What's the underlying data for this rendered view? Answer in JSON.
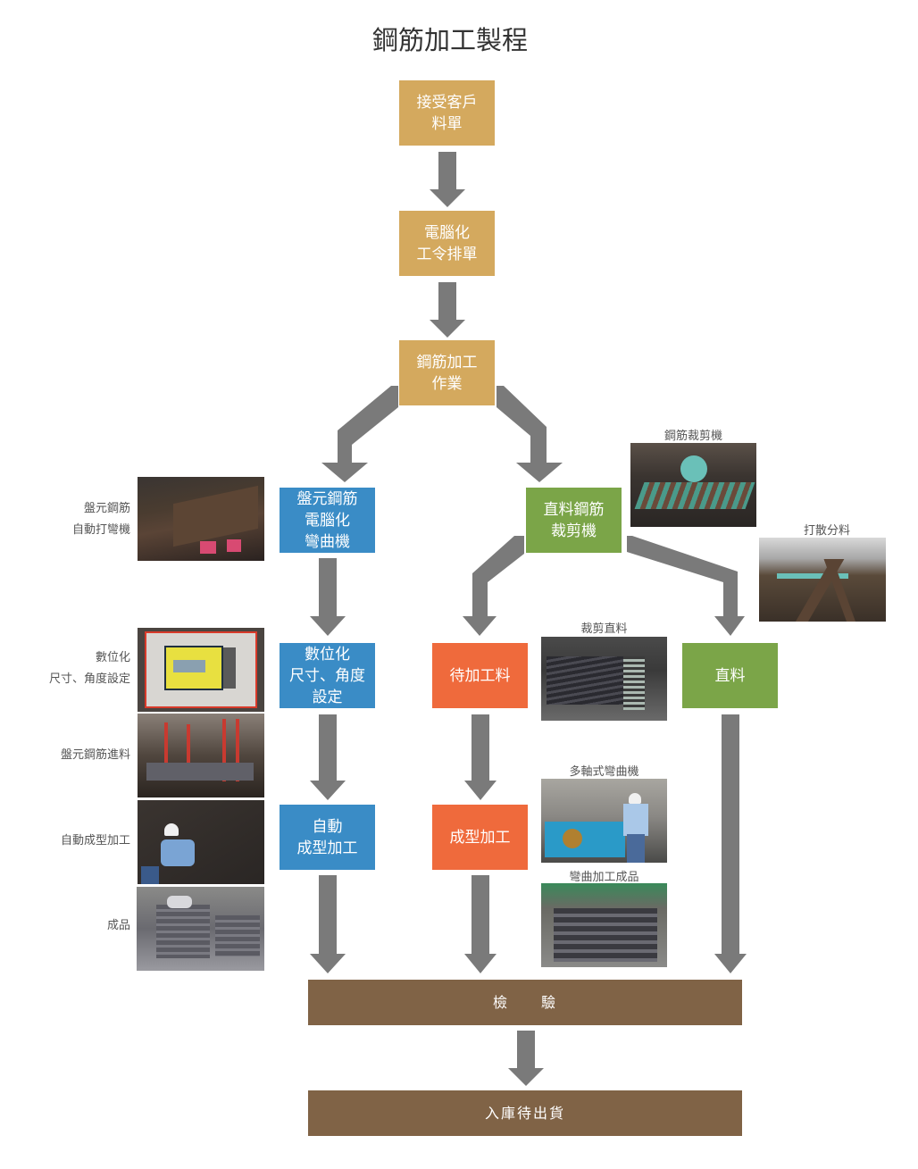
{
  "title": "鋼筋加工製程",
  "colors": {
    "step_main": "#d4a95e",
    "coil_branch": "#3a8cc6",
    "straight_branch": "#7ba548",
    "processing": "#ef6a3c",
    "final": "#806346",
    "arrow": "#7a7a7a"
  },
  "steps": {
    "receive_order": "接受客戶\n料單",
    "scheduling": "電腦化\n工令排單",
    "processing": "鋼筋加工\n作業",
    "coil_bending": "盤元鋼筋\n電腦化\n彎曲機",
    "digital_setting": "數位化\n尺寸、角度\n設定",
    "auto_forming": "自動\n成型加工",
    "straight_cutting": "直料鋼筋\n裁剪機",
    "pending_material": "待加工料",
    "forming": "成型加工",
    "straight_material": "直料",
    "inspection": "檢　　驗",
    "warehouse": "入庫待出貨"
  },
  "left_labels": [
    "盤元鋼筋\n自動打彎機",
    "數位化\n尺寸、角度設定",
    "盤元鋼筋進料",
    "自動成型加工",
    "成品"
  ],
  "photo_captions": {
    "cutting_machine": "鋼筋裁剪機",
    "scatter_sort": "打散分料",
    "cut_straight": "裁剪直料",
    "multi_axis_bender": "多軸式彎曲機",
    "bent_products": "彎曲加工成品"
  }
}
